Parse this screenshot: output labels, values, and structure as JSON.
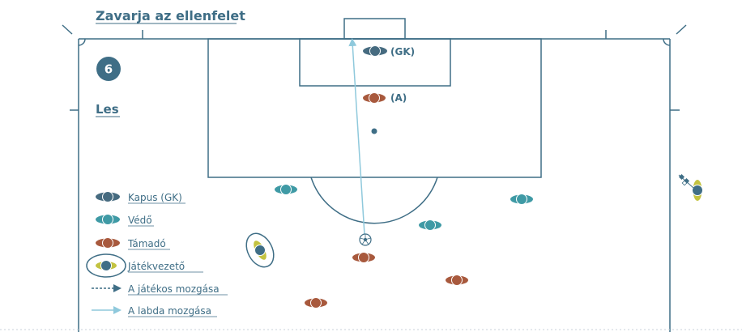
{
  "header": {
    "title": "Zavarja az ellenfelet",
    "step_number": "6",
    "subtitle": "Les"
  },
  "tags": {
    "goalkeeper": "(GK)",
    "attacker": "(A)"
  },
  "legend": {
    "goalkeeper": "Kapus (GK)",
    "defender": "Védő",
    "attacker": "Támadó",
    "playmaker": "Játékvezető",
    "player_movement": "A játékos mozgása",
    "ball_movement": "A labda mozgása"
  },
  "colors": {
    "line": "#3f6e86",
    "goalkeeper": "#466b80",
    "defender": "#3f9aa5",
    "attacker": "#a8593d",
    "playmaker_accent": "#c3c341",
    "ball_path": "#8fc9dc",
    "flag": "#3f6e86"
  }
}
